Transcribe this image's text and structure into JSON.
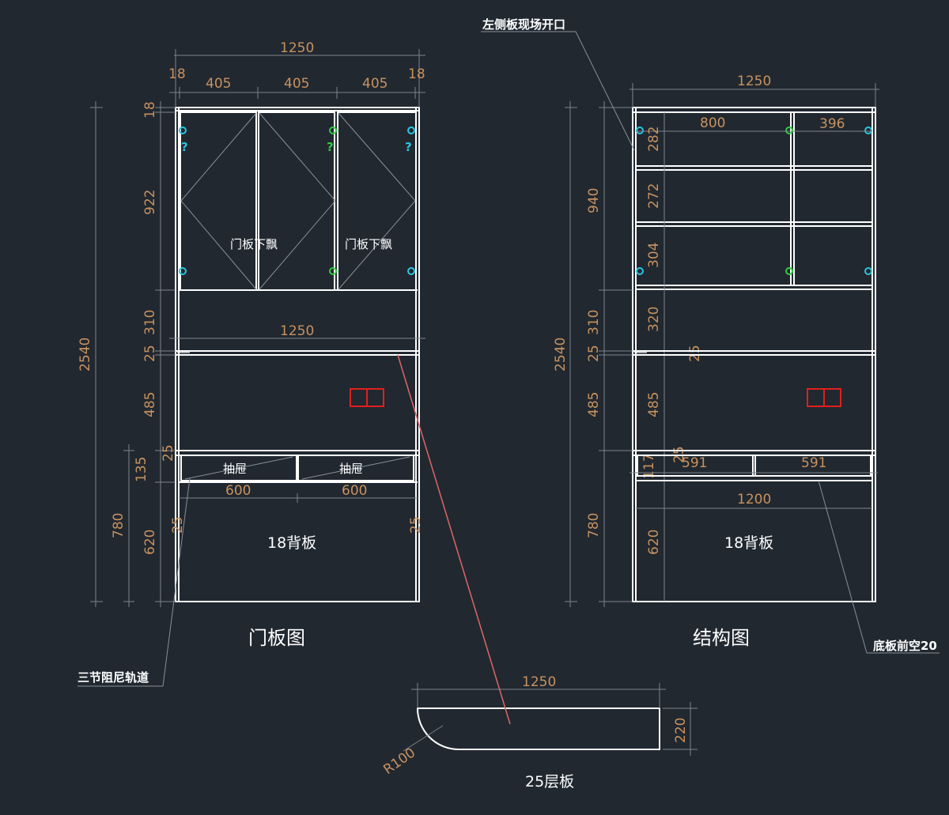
{
  "notes": {
    "left_side_panel": "左侧板现场开口",
    "rail": "三节阻尼轨道",
    "bottom_gap": "底板前空20"
  },
  "left_view": {
    "title": "门板图",
    "dims": {
      "total_width": "1250",
      "side_left": "18",
      "door1": "405",
      "door2": "405",
      "door3": "405",
      "side_right": "18",
      "top": "18",
      "upper_height": "922",
      "gap": "310",
      "shelf": "25",
      "middle": "485",
      "drawer_height": "135",
      "drawer_thk": "25",
      "lower_total": "780",
      "lower": "620",
      "total_height": "2540",
      "shelf_width": "1250",
      "drawer_w1": "600",
      "drawer_w2": "600",
      "back_left": "25",
      "back_right": "25"
    },
    "labels": {
      "door_drop_1": "门板下飘",
      "door_drop_2": "门板下飘",
      "drawer_1": "抽屉",
      "drawer_2": "抽屉",
      "back_panel": "18背板"
    }
  },
  "right_view": {
    "title": "结构图",
    "dims": {
      "total_width": "1250",
      "upper_height": "940",
      "comp_wide": "800",
      "comp_narrow": "396",
      "row1": "282",
      "row2": "272",
      "row3": "304",
      "gap": "310",
      "gap_inner": "320",
      "shelf": "25",
      "shelf_inner": "25",
      "middle": "485",
      "middle_inner": "485",
      "drawer_1": "591",
      "drawer_2": "591",
      "drawer_h": "117",
      "drawer_thk": "25",
      "bottom_width": "1200",
      "lower_total": "780",
      "lower": "620",
      "total_height": "2540"
    },
    "labels": {
      "back_panel": "18背板"
    }
  },
  "shelf_detail": {
    "title": "25层板",
    "width": "1250",
    "depth": "220",
    "radius": "R100"
  },
  "markers": {
    "question": "?"
  },
  "colors": {
    "background": "#212830",
    "line": "#ffffff",
    "dimension": "#c8925f",
    "cyan_hinge": "#29c5e0",
    "green_hinge": "#2ecc40",
    "red_socket": "#e0201c",
    "section_line": "#e06666"
  }
}
